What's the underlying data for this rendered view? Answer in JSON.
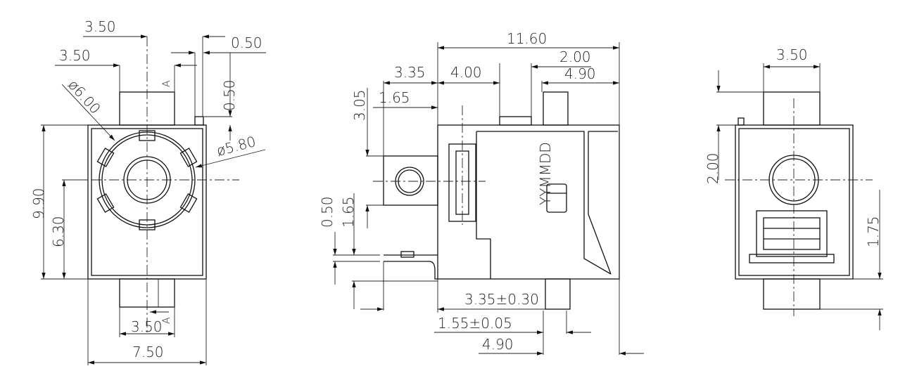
{
  "front_view": {
    "dim_top_3_50": "3.50",
    "dim_left_3_50": "3.50",
    "dia_6_00": "ø6.00",
    "dim_0_50_h": "0.50",
    "dim_0_50_v": "0.50",
    "dia_5_80": "ø5.80",
    "dim_9_90": "9.90",
    "dim_6_30": "6.30",
    "dim_bottom_3_50": "3.50",
    "dim_7_50": "7.50",
    "section_top": "A",
    "section_bottom": "A"
  },
  "side_view": {
    "dim_11_60": "11.60",
    "dim_2_00": "2.00",
    "dim_3_35": "3.35",
    "dim_4_00": "4.00",
    "dim_4_90_top": "4.90",
    "dim_3_05": "3.05",
    "dim_1_65_top": "1.65",
    "dim_0_50": "0.50",
    "dim_1_65_bottom": "1.65",
    "marking": "YYMMDD",
    "dim_3_35_tol": "3.35±0.30",
    "dim_1_55_tol": "1.55±0.05",
    "dim_4_90_bottom": "4.90"
  },
  "rear_view": {
    "dim_3_50": "3.50",
    "dim_2_00": "2.00",
    "dim_1_75": "1.75"
  }
}
